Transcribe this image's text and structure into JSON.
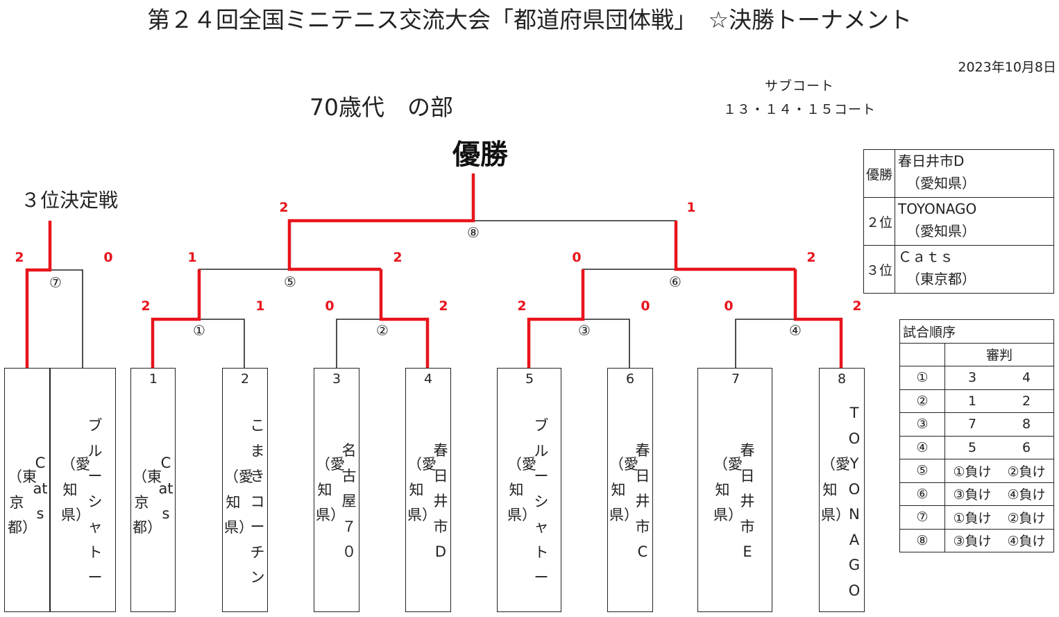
{
  "header": {
    "title": "第２４回全国ミニテニス交流大会「都道府県団体戦」　☆決勝トーナメント",
    "date": "2023年10月8日",
    "division": "70歳代　の部",
    "subcourt_label": "サブコート",
    "subcourt_courts": "１３・１４・１５コート",
    "champion_label": "優勝",
    "third_place_label": "３位決定戦"
  },
  "teams": [
    {
      "seed": "1",
      "name": "Cats",
      "pref": "（東京都）"
    },
    {
      "seed": "2",
      "name": "こまきコーチン",
      "pref": "（愛知県）"
    },
    {
      "seed": "3",
      "name": "名古屋７０",
      "pref": "（愛知県）"
    },
    {
      "seed": "4",
      "name": "春日井市D",
      "pref": "（愛知県）"
    },
    {
      "seed": "5",
      "name": "ブルーシャトー",
      "pref": "（愛知県）"
    },
    {
      "seed": "6",
      "name": "春日井市C",
      "pref": "（愛知県）"
    },
    {
      "seed": "7",
      "name": "春日井市E",
      "pref": "（愛知県）"
    },
    {
      "seed": "8",
      "name": "TOYONAGO",
      "pref": "（愛知県）"
    }
  ],
  "third_place_teams": [
    {
      "name": "Cats",
      "pref": "（東京都）"
    },
    {
      "name": "ブルーシャトー",
      "pref": "（愛知県）"
    }
  ],
  "matches": [
    {
      "id": "m1",
      "label": "①",
      "left_score": "2",
      "right_score": "1"
    },
    {
      "id": "m2",
      "label": "②",
      "left_score": "0",
      "right_score": "2"
    },
    {
      "id": "m3",
      "label": "③",
      "left_score": "2",
      "right_score": "0"
    },
    {
      "id": "m4",
      "label": "④",
      "left_score": "0",
      "right_score": "2"
    },
    {
      "id": "m5",
      "label": "⑤",
      "left_score": "1",
      "right_score": "2"
    },
    {
      "id": "m6",
      "label": "⑥",
      "left_score": "0",
      "right_score": "2"
    },
    {
      "id": "m7",
      "label": "⑦",
      "left_score": "2",
      "right_score": "0"
    },
    {
      "id": "m8",
      "label": "⑧",
      "left_score": "2",
      "right_score": "1"
    }
  ],
  "results": [
    {
      "rank": "優勝",
      "team": "春日井市D",
      "pref": "（愛知県）"
    },
    {
      "rank": "２位",
      "team": "TOYONAGO",
      "pref": "（愛知県）"
    },
    {
      "rank": "３位",
      "team": "Ｃａｔｓ",
      "pref": "（東京都）"
    }
  ],
  "order": {
    "title": "試合順序",
    "referee_label": "審判",
    "rows": [
      {
        "match": "①",
        "a": "3",
        "b": "4"
      },
      {
        "match": "②",
        "a": "1",
        "b": "2"
      },
      {
        "match": "③",
        "a": "7",
        "b": "8"
      },
      {
        "match": "④",
        "a": "5",
        "b": "6"
      },
      {
        "match": "⑤",
        "a": "①負け",
        "b": "②負け"
      },
      {
        "match": "⑥",
        "a": "③負け",
        "b": "④負け"
      },
      {
        "match": "⑦",
        "a": "①負け",
        "b": "②負け"
      },
      {
        "match": "⑧",
        "a": "③負け",
        "b": "④負け"
      }
    ]
  },
  "colors": {
    "winner_line": "#e8141c",
    "line": "#222222"
  }
}
